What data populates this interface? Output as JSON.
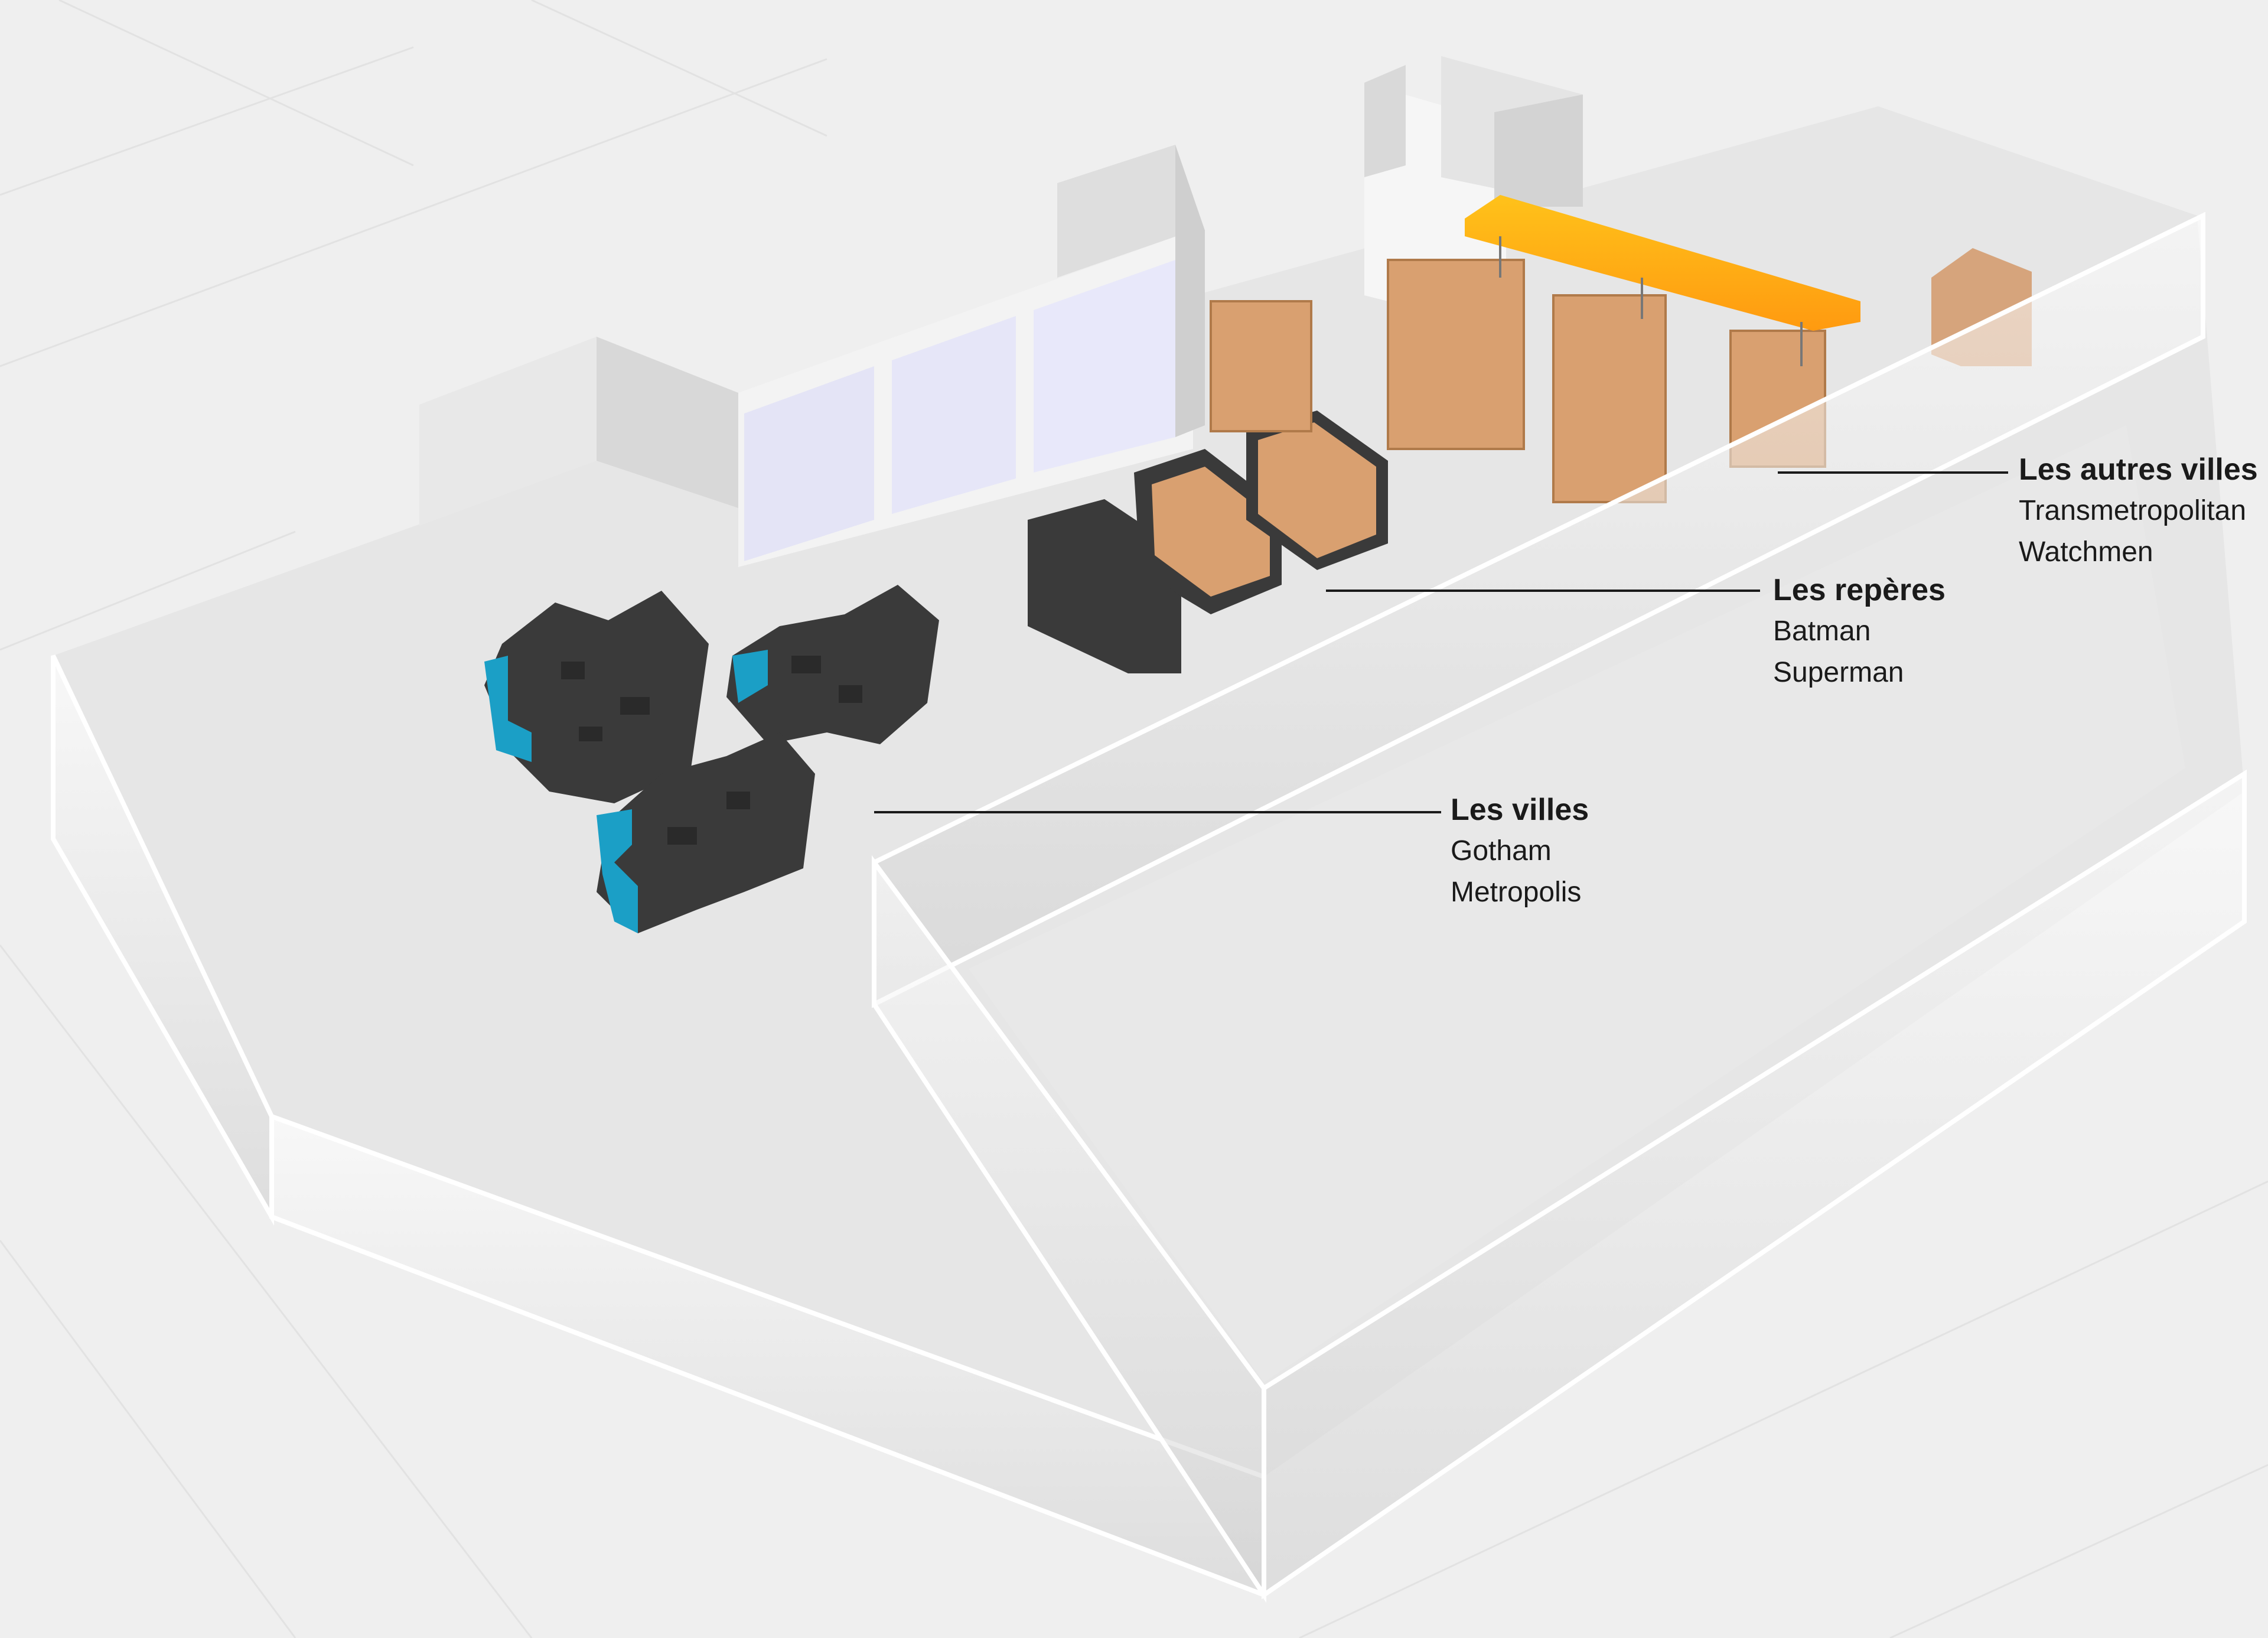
{
  "colors": {
    "background": "#efefef",
    "floor": "#e6e6e6",
    "wall": "#f4f4f4",
    "screen": "#e6e6f6",
    "dark_module": "#3a3a3a",
    "accent_blue": "#1b9fc6",
    "wood": "#d9a070",
    "bench": "#ffc21a",
    "bench_edge": "#ff8c1a",
    "leader_line": "#1a1a1a"
  },
  "labels": [
    {
      "title": "Les autres villes",
      "items": [
        "Transmetropolitan",
        "Watchmen"
      ]
    },
    {
      "title": "Les repères",
      "items": [
        "Batman",
        "Superman"
      ]
    },
    {
      "title": "Les villes",
      "items": [
        "Gotham",
        "Metropolis"
      ]
    }
  ]
}
